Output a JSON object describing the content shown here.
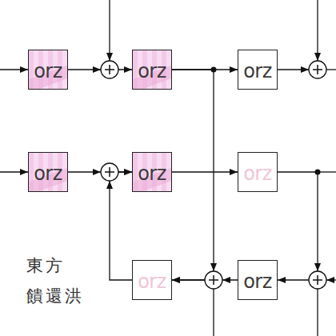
{
  "diagram": {
    "nodes": [
      {
        "text": [
          "orz"
        ]
      },
      {
        "text": [
          "orz"
        ]
      },
      {
        "text": [
          "orz"
        ]
      },
      {
        "text": [
          "orz"
        ]
      },
      {
        "text": [
          "orz"
        ]
      },
      {
        "text": [
          "orz"
        ]
      },
      {
        "text": [
          "orz"
        ]
      },
      {
        "text": [
          "orz"
        ]
      }
    ],
    "edges": [
      {
        "from": 0,
        "to": 1,
        "arrow": "to"
      },
      {
        "from": 1,
        "to": 2,
        "arrow": "to"
      },
      {
        "from": 3,
        "to": 4,
        "arrow": "to"
      },
      {
        "from": 4,
        "to": 5,
        "arrow": "to"
      },
      {
        "from": 1,
        "to": 6,
        "arrow": "to"
      },
      {
        "from": 7,
        "to": 6,
        "arrow": "to"
      },
      {
        "from": 5,
        "to": 7,
        "arrow": "to"
      },
      {
        "from": 6,
        "to": 4,
        "arrow": "to"
      }
    ],
    "labels": [
      "東方",
      "饋還洪"
    ]
  }
}
